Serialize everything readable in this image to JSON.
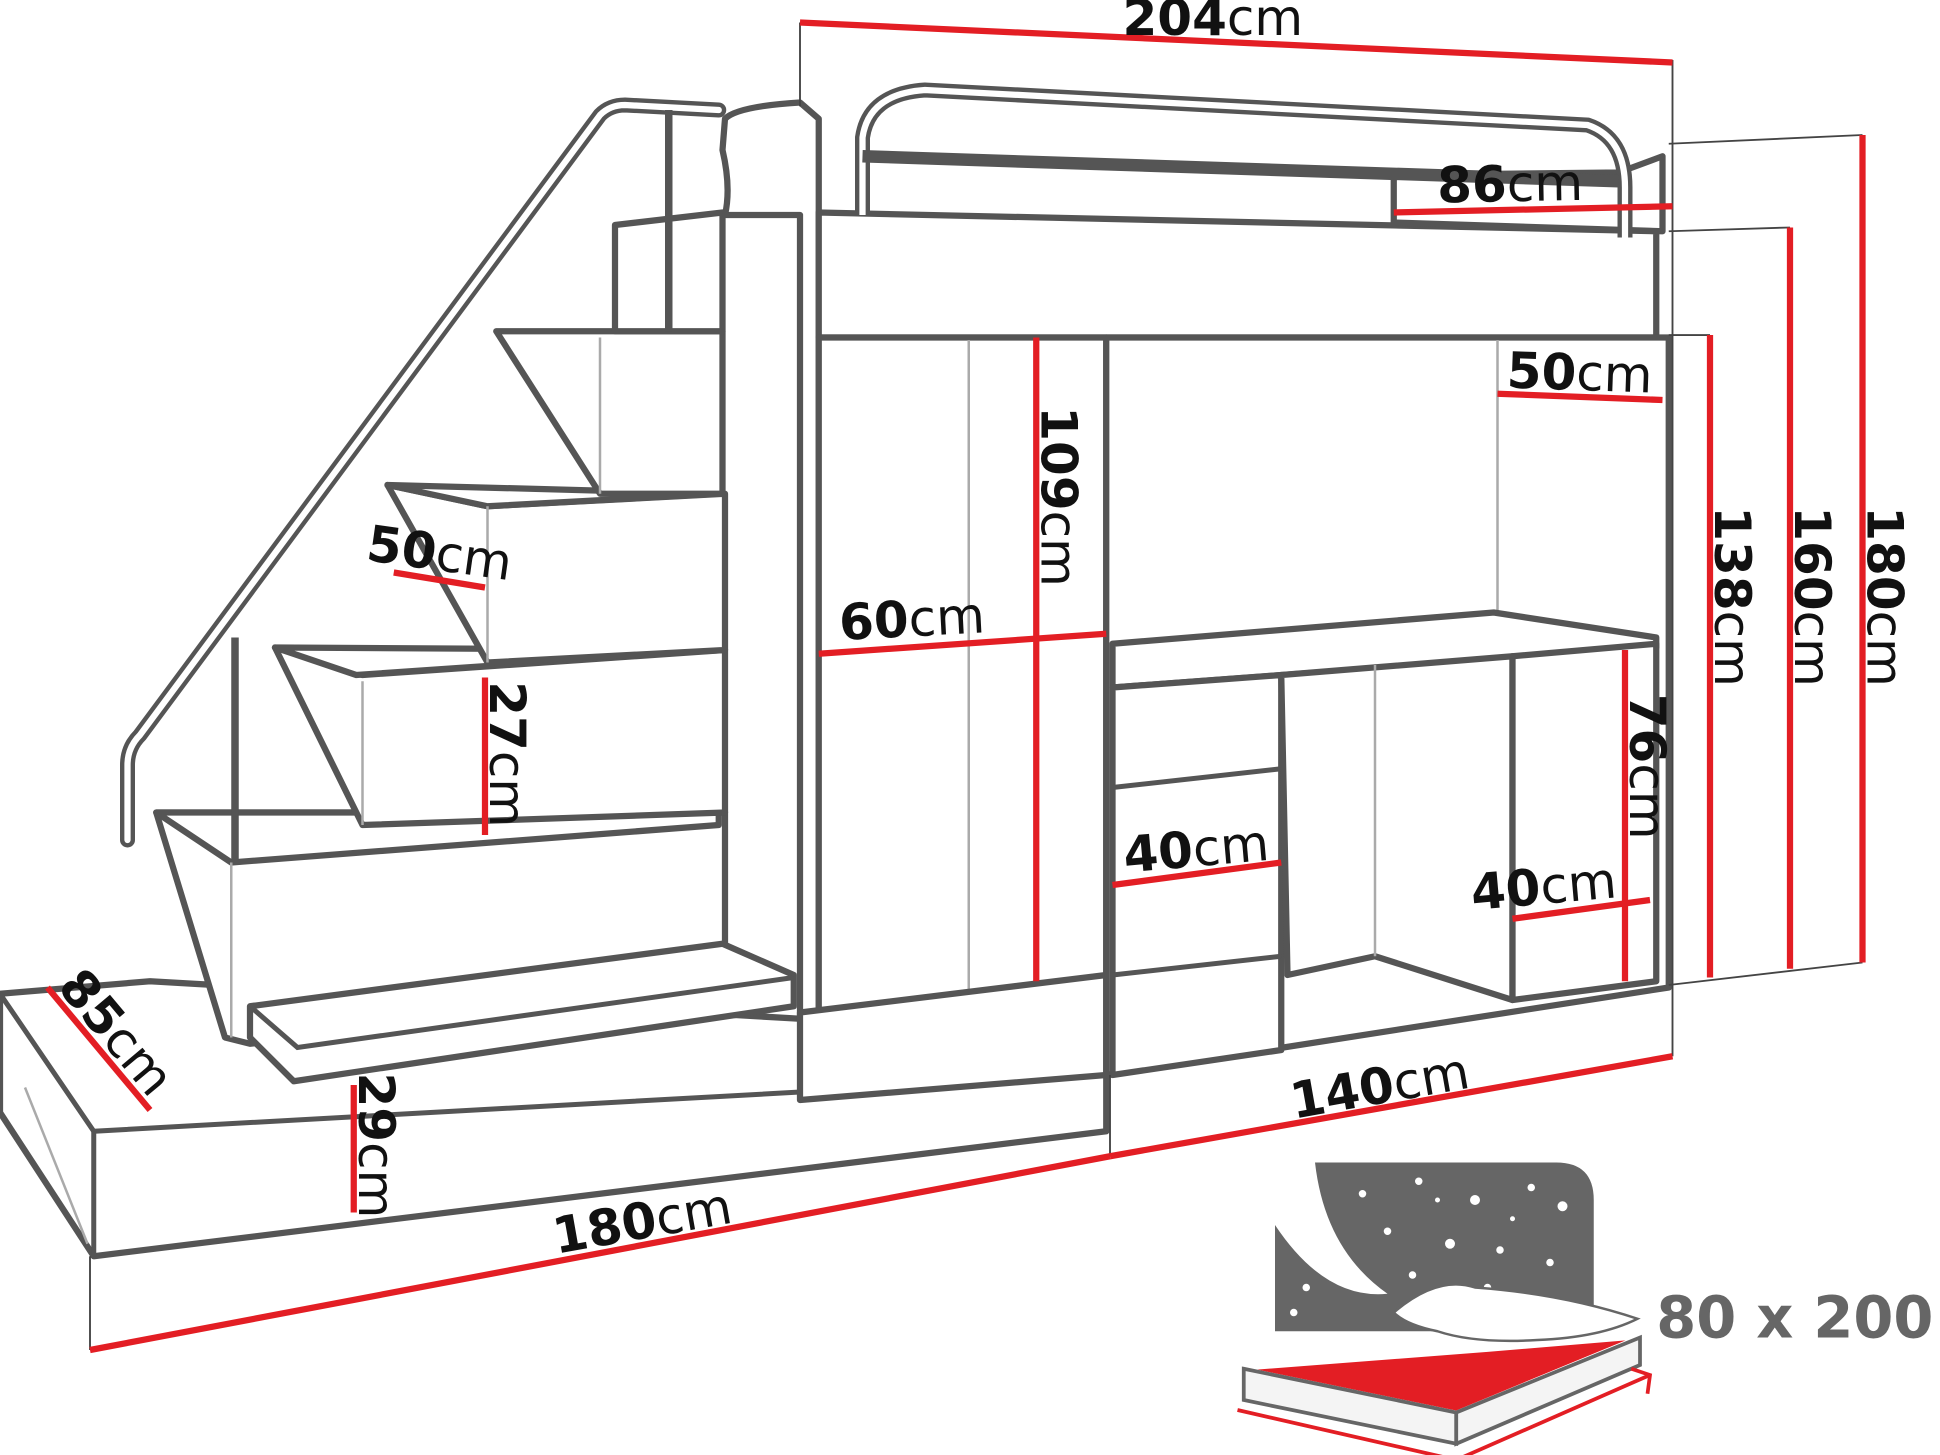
{
  "colors": {
    "dimension_line": "#e31e24",
    "outline": "#555555",
    "icon_grey": "#666666"
  },
  "dimensions": {
    "total_width": {
      "value": "204",
      "unit": "cm"
    },
    "rail_opening": {
      "value": "86",
      "unit": "cm"
    },
    "shelf_depth": {
      "value": "50",
      "unit": "cm"
    },
    "height_138": {
      "value": "138",
      "unit": "cm"
    },
    "height_160": {
      "value": "160",
      "unit": "cm"
    },
    "height_180": {
      "value": "180",
      "unit": "cm"
    },
    "wardrobe_height": {
      "value": "109",
      "unit": "cm"
    },
    "wardrobe_width": {
      "value": "60",
      "unit": "cm"
    },
    "step_depth": {
      "value": "50",
      "unit": "cm"
    },
    "step_height": {
      "value": "27",
      "unit": "cm"
    },
    "desk_height": {
      "value": "76",
      "unit": "cm"
    },
    "drawer_width": {
      "value": "40",
      "unit": "cm"
    },
    "cabinet_width": {
      "value": "40",
      "unit": "cm"
    },
    "stairs_depth": {
      "value": "85",
      "unit": "cm"
    },
    "base_height": {
      "value": "29",
      "unit": "cm"
    },
    "base_length": {
      "value": "180",
      "unit": "cm"
    },
    "desk_length": {
      "value": "140",
      "unit": "cm"
    }
  },
  "mattress": {
    "size": "80 x 200",
    "icon": "bed-night-icon"
  }
}
